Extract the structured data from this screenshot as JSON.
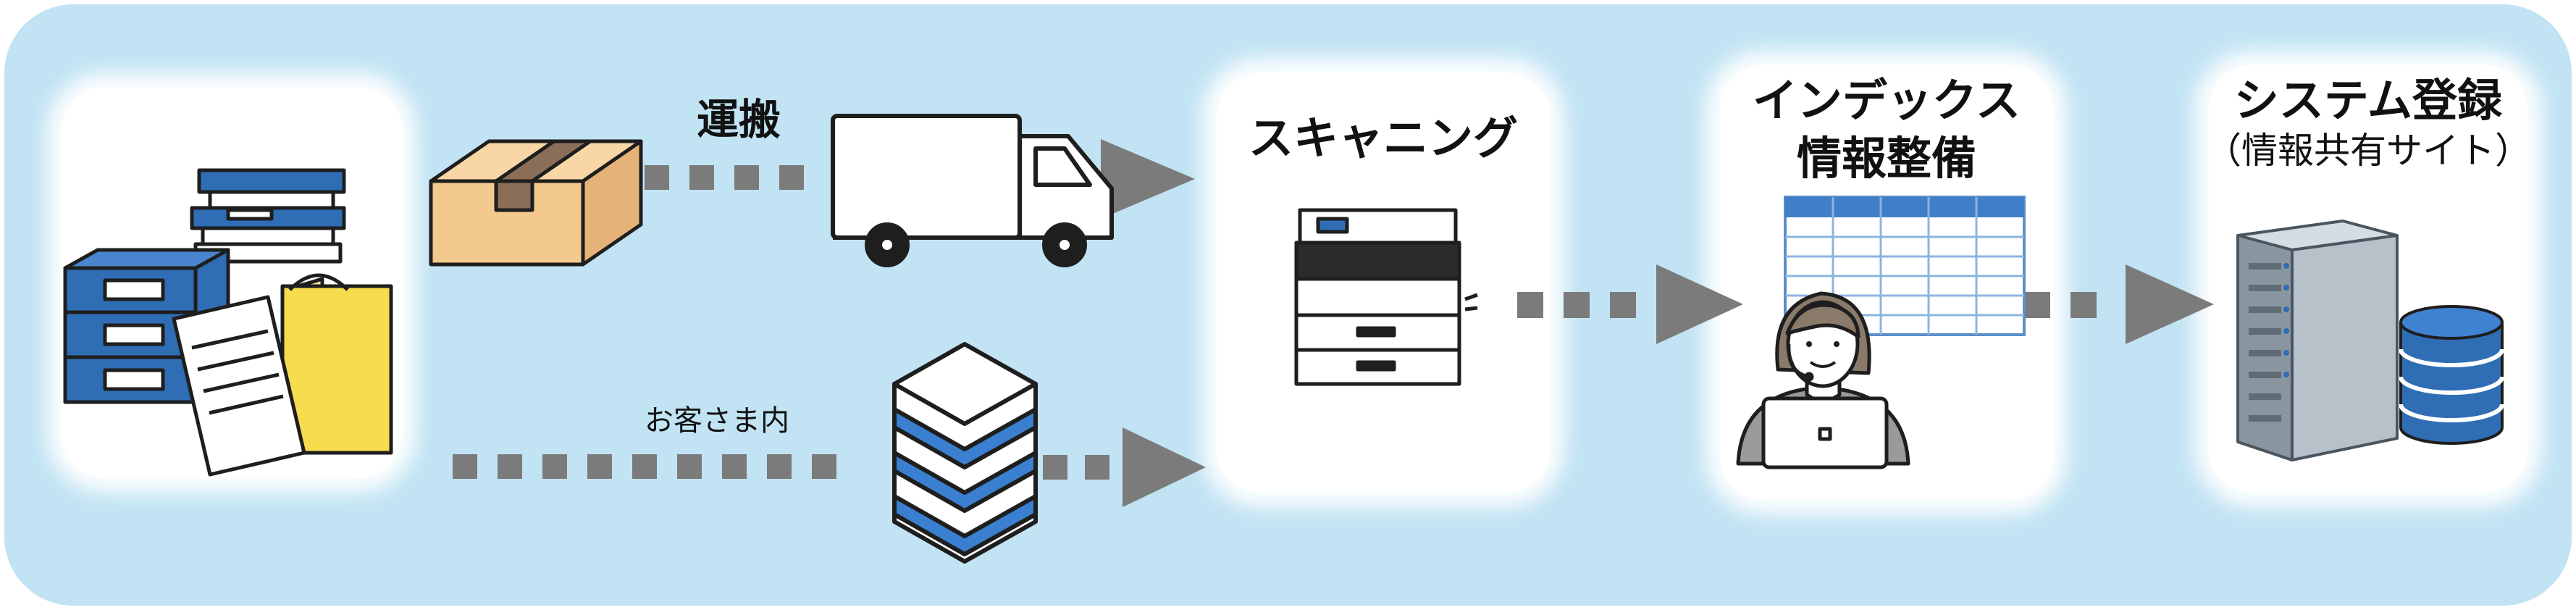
{
  "labels": {
    "transport": "運搬",
    "in_house": "お客さま内",
    "scanning": "スキャニング",
    "indexing_line1": "インデックス",
    "indexing_line2": "情報整備",
    "registration_line1": "システム登録",
    "registration_line2": "（情報共有サイト）"
  },
  "icons": {
    "documents": "document-stack-icon",
    "box": "cardboard-box-icon",
    "truck": "delivery-truck-icon",
    "in_house_storage": "data-stack-icon",
    "scanner": "multifunction-printer-icon",
    "operator": "operator-with-laptop-icon",
    "spreadsheet": "spreadsheet-icon",
    "server": "server-rack-icon",
    "database": "database-icon"
  },
  "colors": {
    "background": "#c1e3f3",
    "arrow": "#7b7b7b",
    "accent_blue": "#2f6db5",
    "box": "#f3c98e",
    "folder_yellow": "#f7dc4f"
  }
}
